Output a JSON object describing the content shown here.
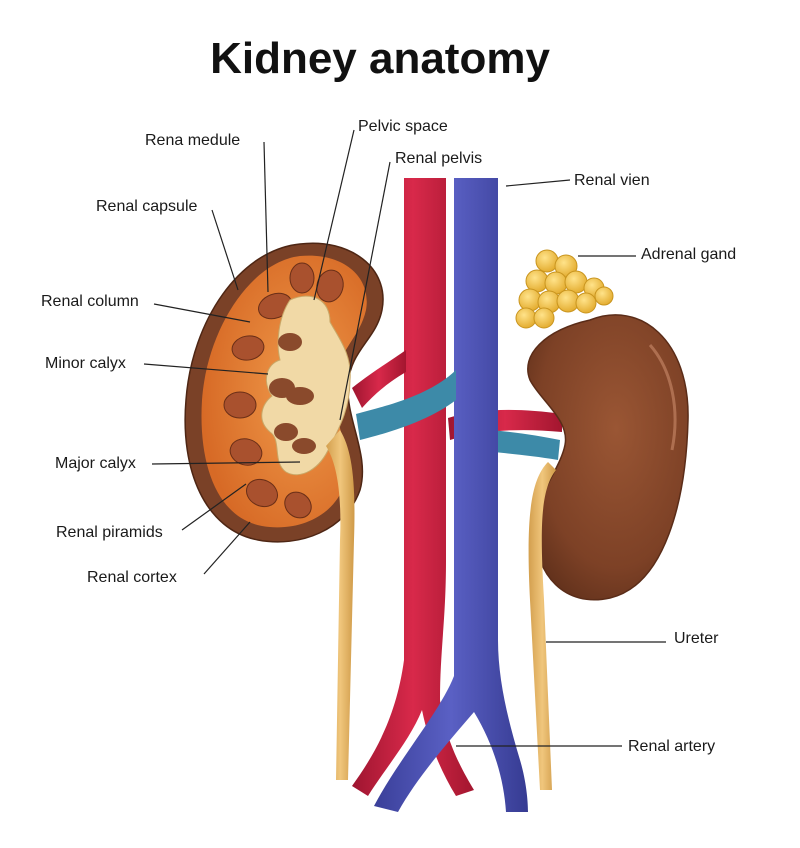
{
  "title": "Kidney anatomy",
  "labels": {
    "rena_medule": "Rena medule",
    "pelvic_space": "Pelvic space",
    "renal_pelvis": "Renal pelvis",
    "renal_vien": "Renal vien",
    "renal_capsule": "Renal capsule",
    "adrenal_gand": "Adrenal gand",
    "renal_column": "Renal column",
    "minor_calyx": "Minor calyx",
    "major_calyx": "Major calyx",
    "renal_piramids": "Renal piramids",
    "renal_cortex": "Renal cortex",
    "ureter": "Ureter",
    "renal_artery": "Renal artery"
  },
  "colors": {
    "artery": "#c8203f",
    "vein": "#4a4fb0",
    "kidney_brown": "#8a4a2c",
    "cortex_orange": "#e07a32",
    "pelvis_cream": "#f1d9a6",
    "ureter": "#e2b66a",
    "adrenal": "#f0c24a"
  }
}
